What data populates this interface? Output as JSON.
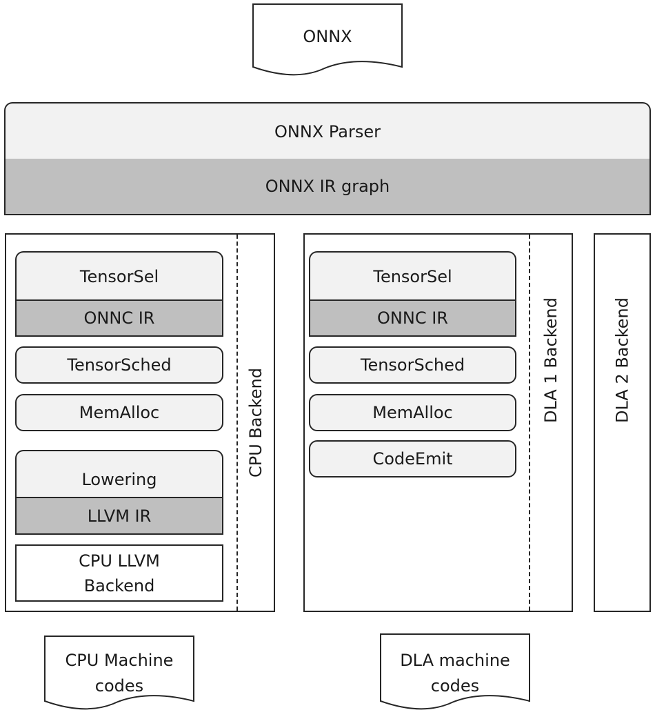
{
  "input_doc": {
    "label": "ONNX"
  },
  "frontend": {
    "parser_label": "ONNX Parser",
    "ir_label": "ONNX IR graph"
  },
  "cpu_backend": {
    "title": "CPU Backend",
    "tensorsel": "TensorSel",
    "onnc_ir": "ONNC IR",
    "tensorsched": "TensorSched",
    "memalloc": "MemAlloc",
    "lowering": "Lowering",
    "llvm_ir": "LLVM IR",
    "llvm_backend_line1": "CPU LLVM",
    "llvm_backend_line2": "Backend"
  },
  "dla1_backend": {
    "title": "DLA 1 Backend",
    "tensorsel": "TensorSel",
    "onnc_ir": "ONNC IR",
    "tensorsched": "TensorSched",
    "memalloc": "MemAlloc",
    "codeemit": "CodeEmit"
  },
  "dla2_backend": {
    "title": "DLA 2 Backend"
  },
  "outputs": {
    "cpu_line1": "CPU Machine",
    "cpu_line2": "codes",
    "dla_line1": "DLA machine",
    "dla_line2": "codes"
  }
}
